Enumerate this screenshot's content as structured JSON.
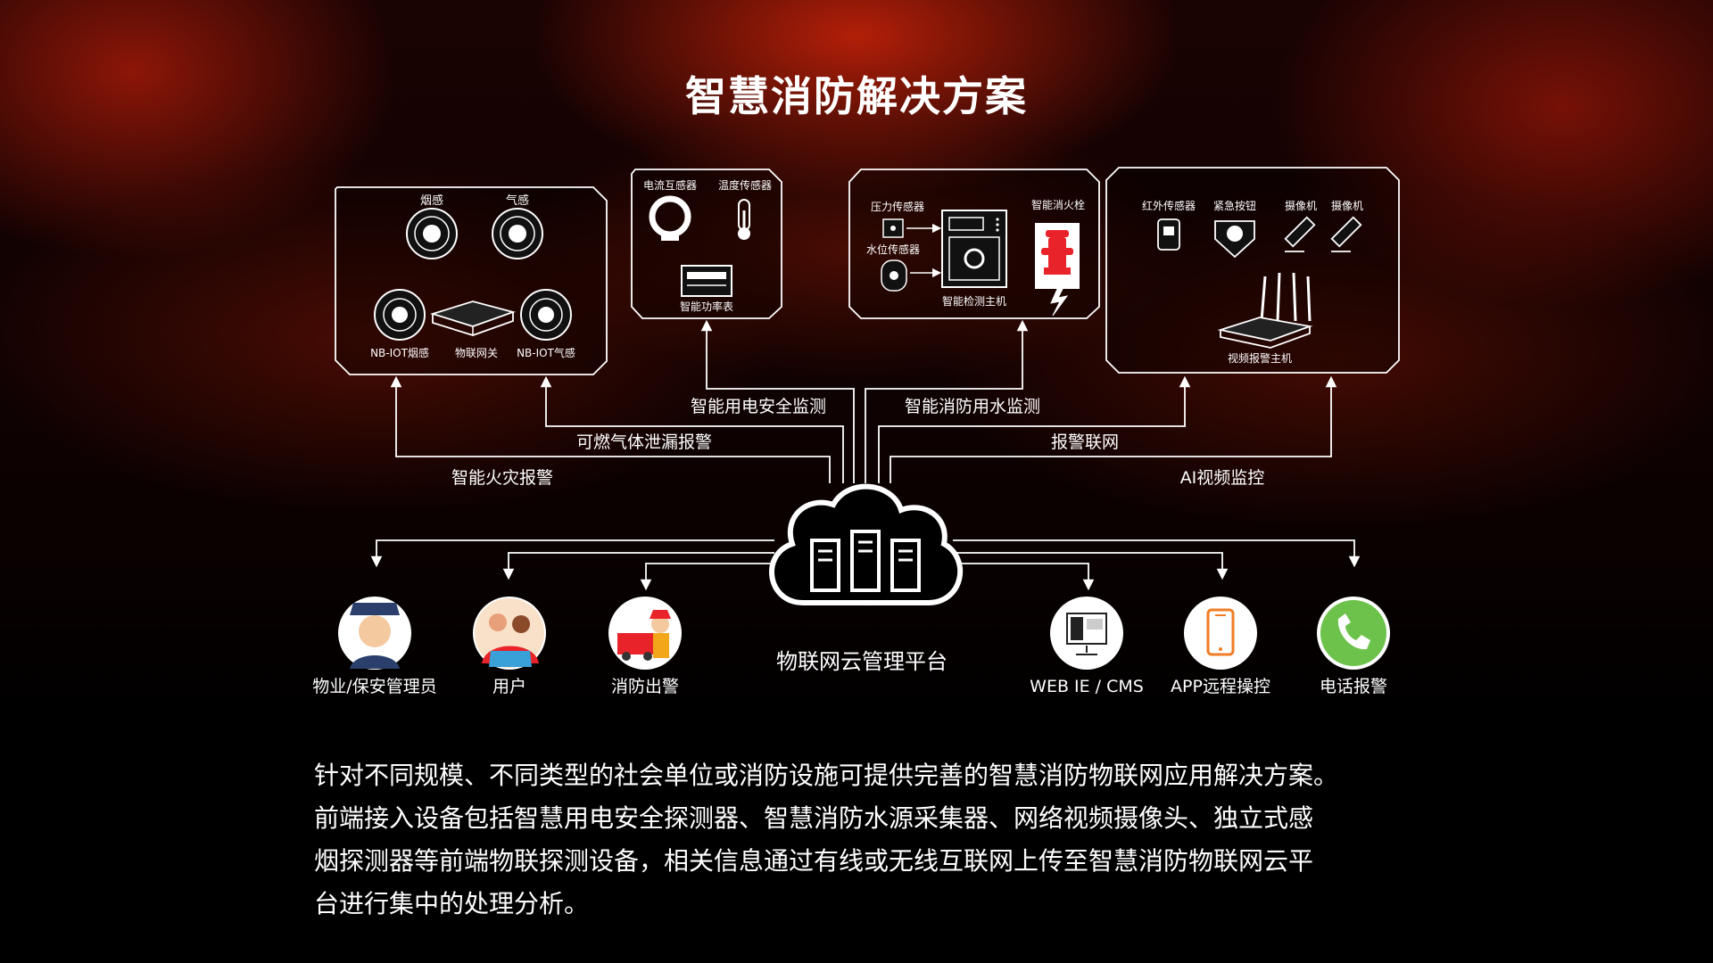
{
  "title": "智慧消防解决方案",
  "panels": {
    "smoke_gas": {
      "smoke_label": "烟感",
      "gas_label": "气感",
      "nb_smoke_label": "NB-IOT烟感",
      "gateway_label": "物联网关",
      "nb_gas_label": "NB-IOT气感"
    },
    "electric": {
      "current_label": "电流互感器",
      "temp_label": "温度传感器",
      "meter_label": "智能功率表"
    },
    "water": {
      "pressure_label": "压力传感器",
      "level_label": "水位传感器",
      "host_label": "智能检测主机",
      "hydrant_label": "智能消火栓"
    },
    "video": {
      "infrared_label": "红外传感器",
      "emergency_label": "紧急按钮",
      "camera1_label": "摄像机",
      "camera2_label": "摄像机",
      "host_label": "视频报警主机"
    }
  },
  "links": {
    "electric": "智能用电安全监测",
    "water": "智能消防用水监测",
    "gas": "可燃气体泄漏报警",
    "alarm_net": "报警联网",
    "fire": "智能火灾报警",
    "ai_video": "AI视频监控"
  },
  "platform_label": "物联网云管理平台",
  "outputs": [
    {
      "label": "物业/保安管理员",
      "icon": "guard-icon"
    },
    {
      "label": "用户",
      "icon": "family-icon"
    },
    {
      "label": "消防出警",
      "icon": "firefighter-icon"
    },
    {
      "label": "WEB IE / CMS",
      "icon": "web-icon"
    },
    {
      "label": "APP远程操控",
      "icon": "phone-app-icon"
    },
    {
      "label": "电话报警",
      "icon": "telephone-icon"
    }
  ],
  "colors": {
    "accent_red": "#e8232a",
    "phone_green": "#6cc24a",
    "app_orange": "#f07d24"
  },
  "description": [
    "针对不同规模、不同类型的社会单位或消防设施可提供完善的智慧消防物联网应用解决方案。",
    "前端接入设备包括智慧用电安全探测器、智慧消防水源采集器、网络视频摄像头、独立式感",
    "烟探测器等前端物联探测设备，相关信息通过有线或无线互联网上传至智慧消防物联网云平",
    "台进行集中的处理分析。"
  ]
}
